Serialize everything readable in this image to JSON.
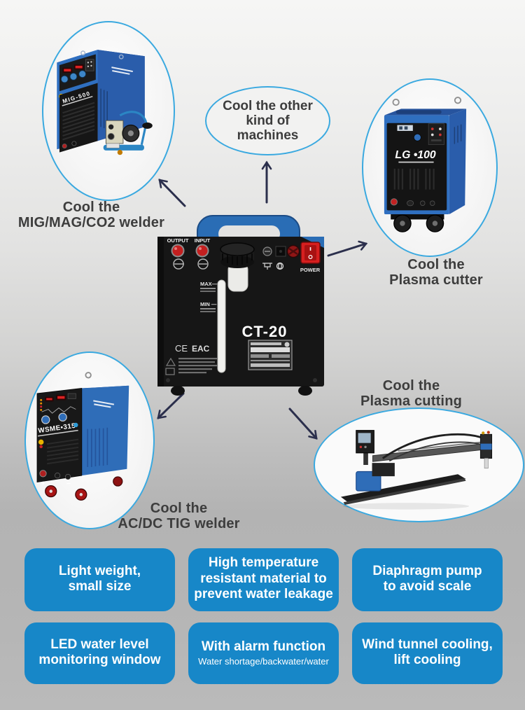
{
  "colors": {
    "feature_box": "#1787c8",
    "bubble_border": "#3aa9e0",
    "arrow": "#2b2f4c",
    "caption_text": "#3d3d3d",
    "machine_blue": "#2f66b4",
    "hub_body": "#161616",
    "hub_handle": "#2a6db5"
  },
  "hub": {
    "model": "CT-20",
    "output_label": "OUTPUT",
    "input_label": "INPUT",
    "power_label": "POWER",
    "max_label": "MAX—",
    "min_label": "MIN —",
    "ce_mark": "CE",
    "eac_mark": "EAC"
  },
  "spokes": {
    "mig": {
      "machine_model": "MIG-500",
      "caption_line1": "Cool the",
      "caption_line2": "MIG/MAG/CO2 welder"
    },
    "other": {
      "caption_line1": "Cool the other",
      "caption_line2": "kind of",
      "caption_line3": "machines"
    },
    "plasma_cutter": {
      "machine_model": "LG •100",
      "caption_line1": "Cool the",
      "caption_line2": "Plasma cutter"
    },
    "tig": {
      "machine_model": "WSME•315",
      "caption_line1": "Cool the",
      "caption_line2": "AC/DC TIG welder"
    },
    "plasma_cutting": {
      "caption_line1": "Cool the",
      "caption_line2": "Plasma cutting"
    }
  },
  "features": [
    {
      "lines": [
        "Light weight,",
        "small size"
      ],
      "subtitle": ""
    },
    {
      "lines": [
        "High temperature",
        "resistant material to",
        "prevent water leakage"
      ],
      "subtitle": ""
    },
    {
      "lines": [
        "Diaphragm pump",
        "to avoid scale"
      ],
      "subtitle": ""
    },
    {
      "lines": [
        "LED water level",
        "monitoring window"
      ],
      "subtitle": ""
    },
    {
      "lines": [
        "With alarm function"
      ],
      "subtitle": "Water shortage/backwater/water"
    },
    {
      "lines": [
        "Wind tunnel cooling,",
        "lift cooling"
      ],
      "subtitle": ""
    }
  ]
}
